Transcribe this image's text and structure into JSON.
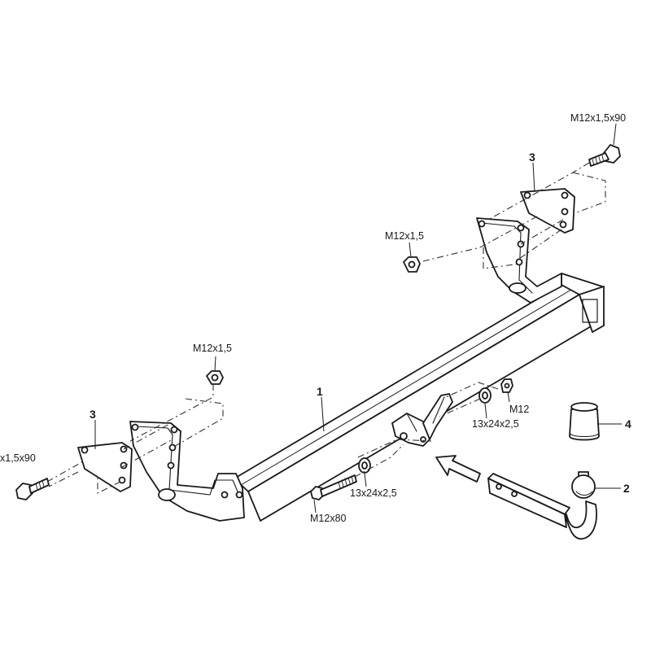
{
  "parts": {
    "part_1": "1",
    "part_2": "2",
    "part_3_left": "3",
    "part_3_right": "3",
    "part_4": "4"
  },
  "hardware": {
    "bolt_top_right": "M12x1,5x90",
    "nut_right": "M12x1,5",
    "nut_left": "M12x1,5",
    "bolt_left": "x1,5x90",
    "nut_center": "M12",
    "washer_center_right": "13x24x2,5",
    "washer_center_left": "13x24x2,5",
    "bolt_center": "M12x80"
  },
  "colors": {
    "line": "#1a1a1a",
    "dash": "#333333",
    "background": "#ffffff"
  }
}
